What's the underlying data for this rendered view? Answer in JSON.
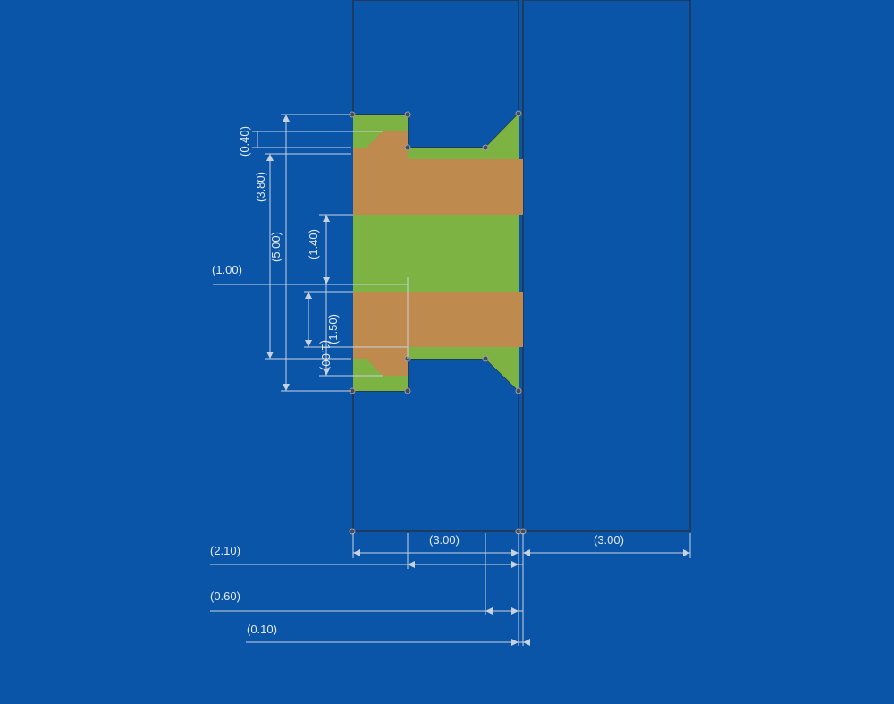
{
  "canvas": {
    "background": "#0a55a8"
  },
  "colors": {
    "solid_fill": "#e3c5c8",
    "hatch": "#3a2f36",
    "orange_region": "#be8a4e",
    "green_region": "#7cb342",
    "dimension_line": "#c9d2e0",
    "dimension_text": "#e4e9f2"
  },
  "dimensions": {
    "d_040": "(0.40)",
    "d_380": "(3.80)",
    "d_500": "(5.00)",
    "d_140": "(1.40)",
    "d_100_left": "(1.00)",
    "d_100_inner": "(1.00)",
    "d_150": "(1.50)",
    "d_300_a": "(3.00)",
    "d_300_b": "(3.00)",
    "d_210": "(2.10)",
    "d_060": "(0.60)",
    "d_010": "(0.10)"
  }
}
